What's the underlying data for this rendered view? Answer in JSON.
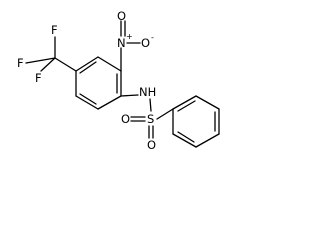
{
  "molecule": {
    "atoms": {
      "fluorine_top": "F",
      "fluorine_left": "F",
      "fluorine_bottom": "F",
      "nitro_nitrogen": "N",
      "nitro_oxygen_top": "O",
      "nitro_oxygen_right": "O",
      "nitro_charge_plus": "+",
      "nitro_charge_minus": "-",
      "amine_group": "NH",
      "sulfur": "S",
      "sulfonyl_oxygen_left": "O",
      "sulfonyl_oxygen_bottom": "O"
    }
  }
}
